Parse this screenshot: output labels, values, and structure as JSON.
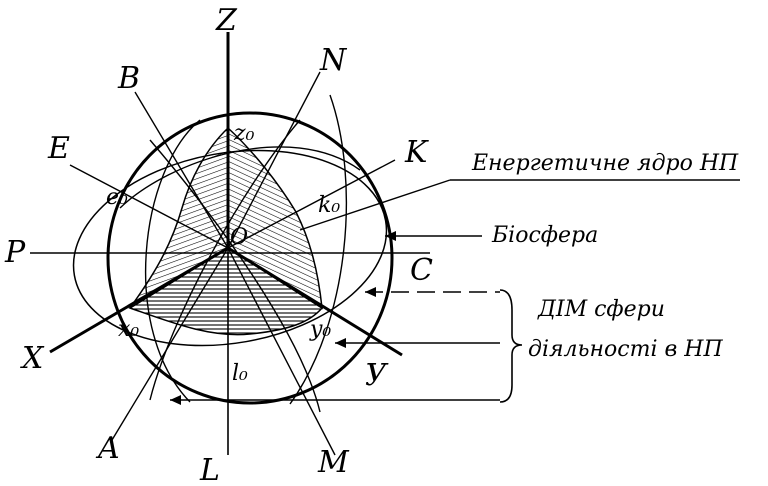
{
  "axes": {
    "z": "Z",
    "x": "X",
    "y": "У",
    "l": "L",
    "p": "P",
    "c": "C",
    "a": "A",
    "b": "B",
    "e": "E",
    "k": "K",
    "m": "M",
    "n": "N"
  },
  "points": {
    "z0": "z₀",
    "x0": "x₀",
    "y0": "y₀",
    "o": "О",
    "e0": "e₀",
    "k0": "k₀",
    "l0": "l₀"
  },
  "annotations": {
    "core": "Енергетичне ядро НП",
    "biosphere": "Біосфера",
    "dim_line1": "ДІМ сфери",
    "dim_line2": "діяльності в НП"
  }
}
